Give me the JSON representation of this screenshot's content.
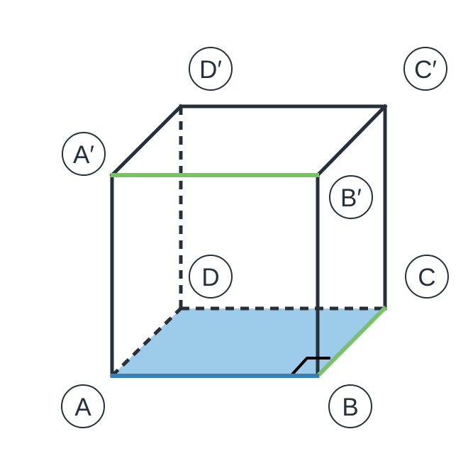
{
  "labels": {
    "A": "A",
    "B": "B",
    "C": "C",
    "D": "D",
    "A_prime": "A′",
    "B_prime": "B′",
    "C_prime": "C′",
    "D_prime": "D′"
  },
  "colors": {
    "edge": "#25303b",
    "base_fill": "#9dcbea",
    "highlight_green": "#7cc06a",
    "highlight_blue": "#3b7fb7",
    "right_angle_mark": "#000000"
  }
}
